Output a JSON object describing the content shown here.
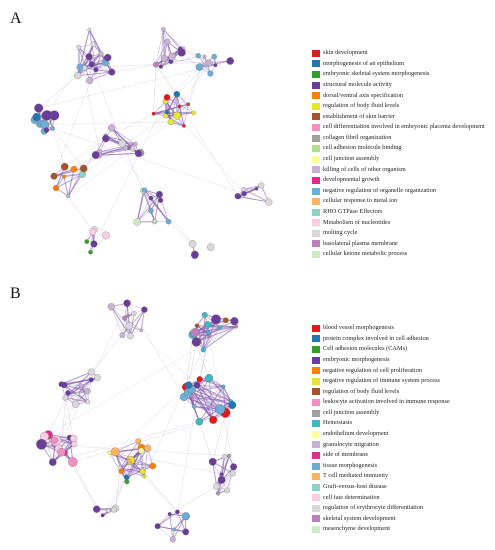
{
  "panels": [
    {
      "letter": "A",
      "legend": [
        {
          "label": "skin development",
          "color": "#e31a1c"
        },
        {
          "label": "morphogenesis of an epithelium",
          "color": "#1f78b4"
        },
        {
          "label": "embryonic skeletal system morphogenesis",
          "color": "#33a02c"
        },
        {
          "label": "structural molecule activity",
          "color": "#6a3d9a"
        },
        {
          "label": "dorsal/ventral axis specification",
          "color": "#ff7f00"
        },
        {
          "label": "regulation of body fluid levels",
          "color": "#e6e62e"
        },
        {
          "label": "establishment of skin barrier",
          "color": "#a6522c"
        },
        {
          "label": "cell differentiation involved in embryonic placenta development",
          "color": "#f48fc4"
        },
        {
          "label": "collagen fibril organization",
          "color": "#a0a0a0"
        },
        {
          "label": "cell adhesion molecule binding",
          "color": "#b2df8a"
        },
        {
          "label": "cell junction assembly",
          "color": "#ffff99"
        },
        {
          "label": "killing of cells of other organism",
          "color": "#cab2d6"
        },
        {
          "label": "developmental growth",
          "color": "#e7298a"
        },
        {
          "label": "negative regulation of organelle organization",
          "color": "#6baed6"
        },
        {
          "label": "cellular response to metal ion",
          "color": "#fdb462"
        },
        {
          "label": "RHO GTPase Effectors",
          "color": "#8dd3c7"
        },
        {
          "label": "Metabolism of nucleotides",
          "color": "#fccde5"
        },
        {
          "label": "molting cycle",
          "color": "#d9d9d9"
        },
        {
          "label": "basolateral plasma membrane",
          "color": "#bc80bd"
        },
        {
          "label": "cellular ketone metabolic process",
          "color": "#ccebc5"
        }
      ]
    },
    {
      "letter": "B",
      "legend": [
        {
          "label": "blood vessel morphogenesis",
          "color": "#e31a1c"
        },
        {
          "label": "protein complex involved in cell adhesion",
          "color": "#1f78b4"
        },
        {
          "label": "Cell adhesion molecules (CAMs)",
          "color": "#33a02c"
        },
        {
          "label": "embryonic morphogenesis",
          "color": "#6a3d9a"
        },
        {
          "label": "negative regulation of cell proliferation",
          "color": "#ff7f00"
        },
        {
          "label": "negative regulation of immune system process",
          "color": "#e6e62e"
        },
        {
          "label": "regulation of body fluid levels",
          "color": "#a6522c"
        },
        {
          "label": "leukocyte activation involved in immune response",
          "color": "#f48fc4"
        },
        {
          "label": "cell junction assembly",
          "color": "#a0a0a0"
        },
        {
          "label": "Hemostasis",
          "color": "#41b6c4"
        },
        {
          "label": "endothelium development",
          "color": "#ffff99"
        },
        {
          "label": "granulocyte migration",
          "color": "#cab2d6"
        },
        {
          "label": "side of membrane",
          "color": "#e7298a"
        },
        {
          "label": "tissue morphogenesis",
          "color": "#6baed6"
        },
        {
          "label": "T cell mediated immunity",
          "color": "#fdb462"
        },
        {
          "label": "Graft-versus-host disease",
          "color": "#8dd3c7"
        },
        {
          "label": "cell fate determination",
          "color": "#fccde5"
        },
        {
          "label": "regulation of erythrocyte differentiation",
          "color": "#d9d9d9"
        },
        {
          "label": "skeletal system development",
          "color": "#bc80bd"
        },
        {
          "label": "mesenchyme development",
          "color": "#ccebc5"
        }
      ]
    }
  ]
}
